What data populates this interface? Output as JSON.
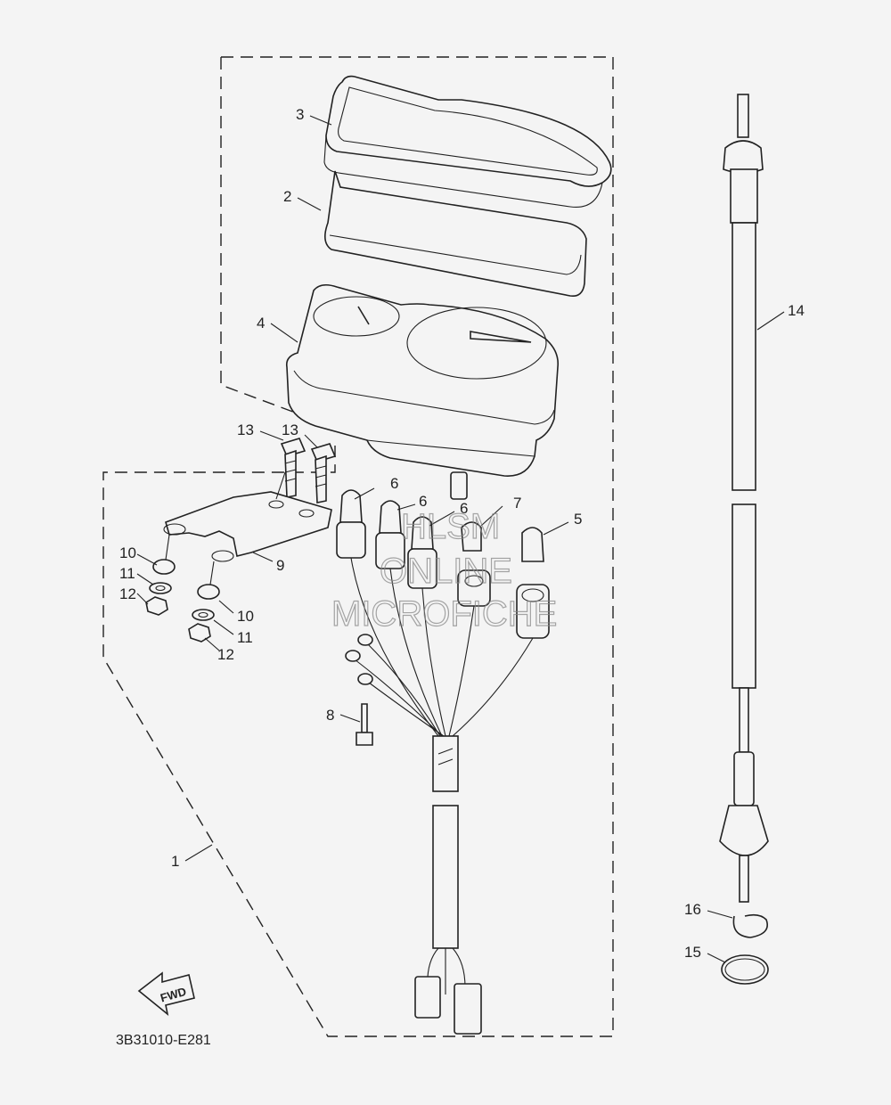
{
  "labels": {
    "p1": "1",
    "p2": "2",
    "p3": "3",
    "p4": "4",
    "p5": "5",
    "p6a": "6",
    "p6b": "6",
    "p6c": "6",
    "p7": "7",
    "p8": "8",
    "p9": "9",
    "p10a": "10",
    "p10b": "10",
    "p11a": "11",
    "p11b": "11",
    "p12a": "12",
    "p12b": "12",
    "p13a": "13",
    "p13b": "13",
    "p14": "14",
    "p15": "15",
    "p16": "16"
  },
  "fwd_label": "FWD",
  "drawing_code": "3B31010-E281",
  "watermark": {
    "line1": "HLSM",
    "line2": "ONLINE",
    "line3": "MICROFICHE"
  }
}
